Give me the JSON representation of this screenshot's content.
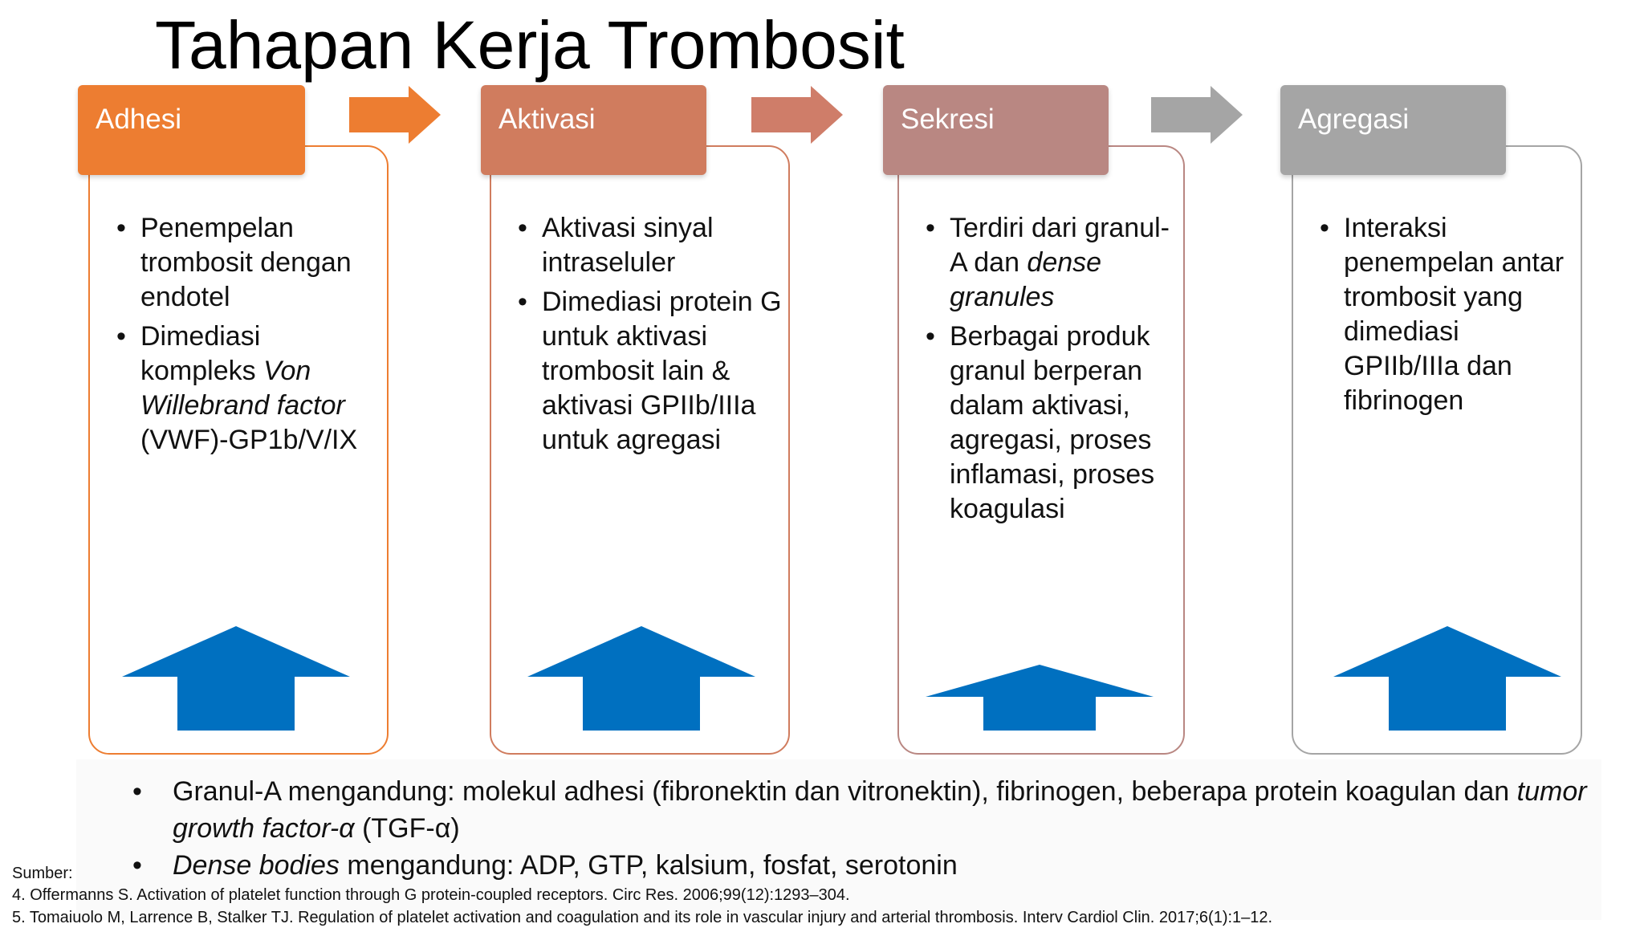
{
  "title": "Tahapan Kerja Trombosit",
  "stages": [
    {
      "name": "Adhesi",
      "color": "#ED7D31",
      "bullets": [
        [
          {
            "t": "Penempelan trombosit dengan endotel"
          }
        ],
        [
          {
            "t": "Dimediasi kompleks "
          },
          {
            "t": "Von Willebrand factor",
            "i": true
          },
          {
            "t": " (VWF)-GP1b/V/IX"
          }
        ]
      ]
    },
    {
      "name": "Aktivasi",
      "color": "#D07C5E",
      "bullets": [
        [
          {
            "t": "Aktivasi sinyal intraseluler"
          }
        ],
        [
          {
            "t": "Dimediasi protein G untuk aktivasi trombosit lain & aktivasi GPIIb/IIIa untuk agregasi"
          }
        ]
      ]
    },
    {
      "name": "Sekresi",
      "color": "#B98782",
      "bullets": [
        [
          {
            "t": "Terdiri dari granul-A dan "
          },
          {
            "t": "dense granules",
            "i": true
          }
        ],
        [
          {
            "t": "Berbagai produk granul berperan dalam aktivasi, agregasi, proses inflamasi, proses koagulasi"
          }
        ]
      ]
    },
    {
      "name": "Agregasi",
      "color": "#A5A5A5",
      "bullets": [
        [
          {
            "t": "Interaksi penempelan antar trombosit yang dimediasi GPIIb/IIIa dan fibrinogen"
          }
        ]
      ]
    }
  ],
  "arrow_colors": [
    "#ED7D31",
    "#CF7D69",
    "#A5A5A5"
  ],
  "up_arrow_color": "#0070C0",
  "notes": [
    [
      {
        "t": "Granul-A mengandung: molekul adhesi (fibronektin dan vitronektin), fibrinogen, beberapa  protein koagulan dan "
      },
      {
        "t": "tumor growth factor-α",
        "i": true
      },
      {
        "t": " (TGF-α)"
      }
    ],
    [
      {
        "t": "Dense bodies",
        "i": true
      },
      {
        "t": " mengandung: ADP, GTP, kalsium, fosfat, serotonin"
      }
    ]
  ],
  "sources": {
    "label": "Sumber:",
    "refs": [
      "4. Offermanns S. Activation of platelet function through G protein-coupled receptors. Circ Res. 2006;99(12):1293–304.",
      "5. Tomaiuolo M, Larrence B, Stalker TJ. Regulation of platelet activation and coagulation and its role in vascular injury and arterial thrombosis. Interv Cardiol Clin. 2017;6(1):1–12."
    ]
  }
}
